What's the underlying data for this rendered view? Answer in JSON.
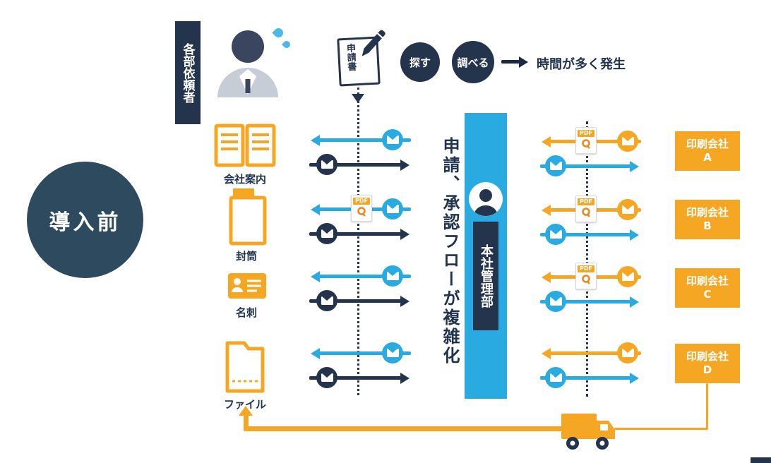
{
  "phase": {
    "label": "導入前"
  },
  "requester": {
    "label": "各部依頼者"
  },
  "application": {
    "doc_label": "申請書",
    "search_label": "探す",
    "investigate_label": "調べる",
    "time_note": "時間が多く発生"
  },
  "items": [
    {
      "label": "会社案内"
    },
    {
      "label": "封筒"
    },
    {
      "label": "名刺"
    },
    {
      "label": "ファイル"
    }
  ],
  "center": {
    "flow_text": "申請、承認フローが複雑化",
    "hq_label": "本社管理部"
  },
  "pdf_label": "PDF",
  "printers": [
    {
      "name": "印刷会社",
      "letter": "A"
    },
    {
      "name": "印刷会社",
      "letter": "B"
    },
    {
      "name": "印刷会社",
      "letter": "C"
    },
    {
      "name": "印刷会社",
      "letter": "D"
    }
  ],
  "colors": {
    "navy": "#24344d",
    "blue": "#29abe2",
    "orange": "#f5a623",
    "phase_circle": "#2e4a5f",
    "text": "#20334f"
  }
}
